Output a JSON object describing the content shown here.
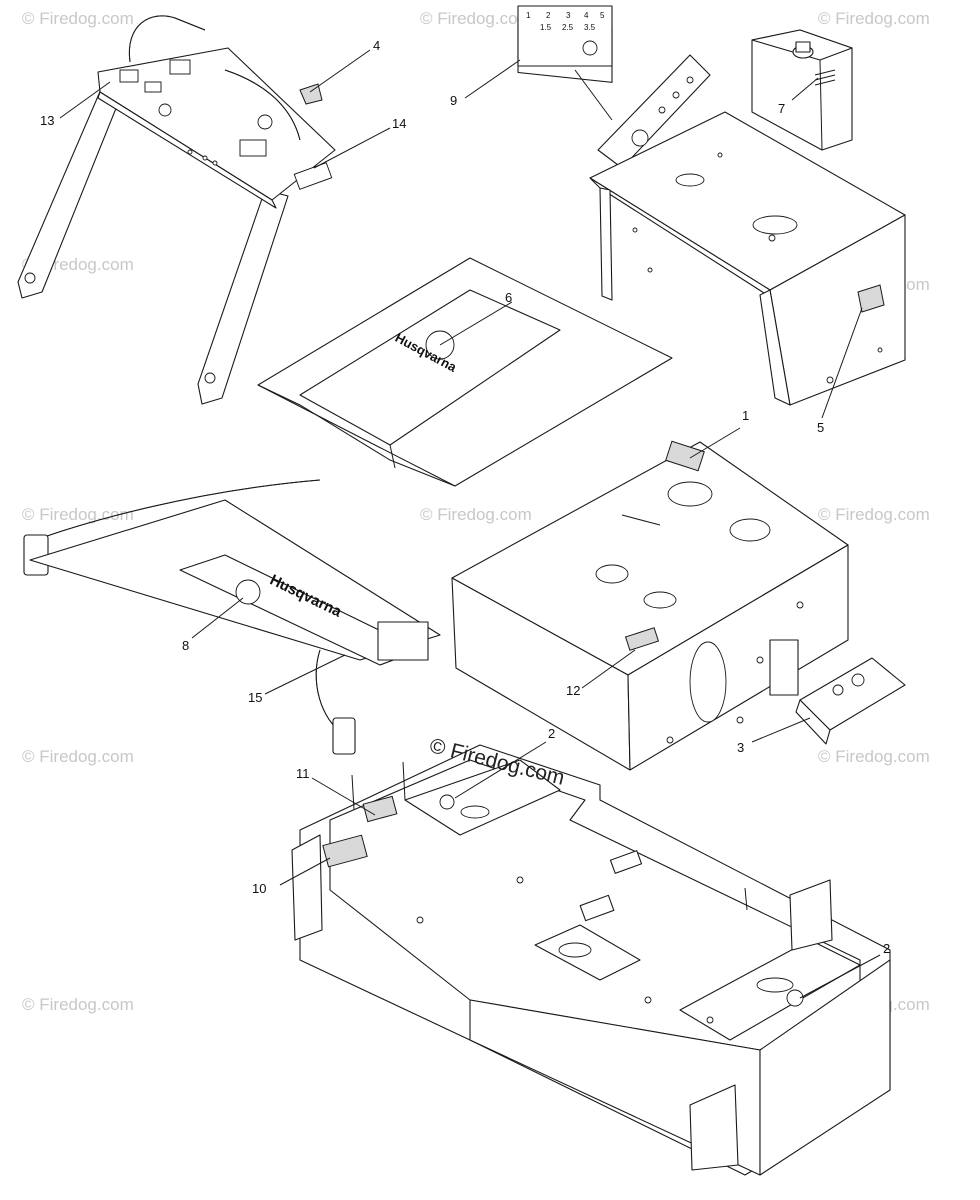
{
  "watermark_text": "Firedog.com",
  "center_watermark": "© Firedog.com",
  "brand_text": "Husqvarna",
  "gauge_decal": {
    "scale_top": [
      "1",
      "2",
      "3",
      "4",
      "5"
    ],
    "scale_mid": [
      "1.5",
      "2.5",
      "3.5"
    ]
  },
  "callouts": [
    {
      "id": "c1",
      "text": "1"
    },
    {
      "id": "c2a",
      "text": "2"
    },
    {
      "id": "c2b",
      "text": "2"
    },
    {
      "id": "c3",
      "text": "3"
    },
    {
      "id": "c4",
      "text": "4"
    },
    {
      "id": "c5",
      "text": "5"
    },
    {
      "id": "c6",
      "text": "6"
    },
    {
      "id": "c7",
      "text": "7"
    },
    {
      "id": "c8",
      "text": "8"
    },
    {
      "id": "c9",
      "text": "9"
    },
    {
      "id": "c10",
      "text": "10"
    },
    {
      "id": "c11",
      "text": "11"
    },
    {
      "id": "c12",
      "text": "12"
    },
    {
      "id": "c13",
      "text": "13"
    },
    {
      "id": "c14",
      "text": "14"
    },
    {
      "id": "c15",
      "text": "15"
    }
  ]
}
